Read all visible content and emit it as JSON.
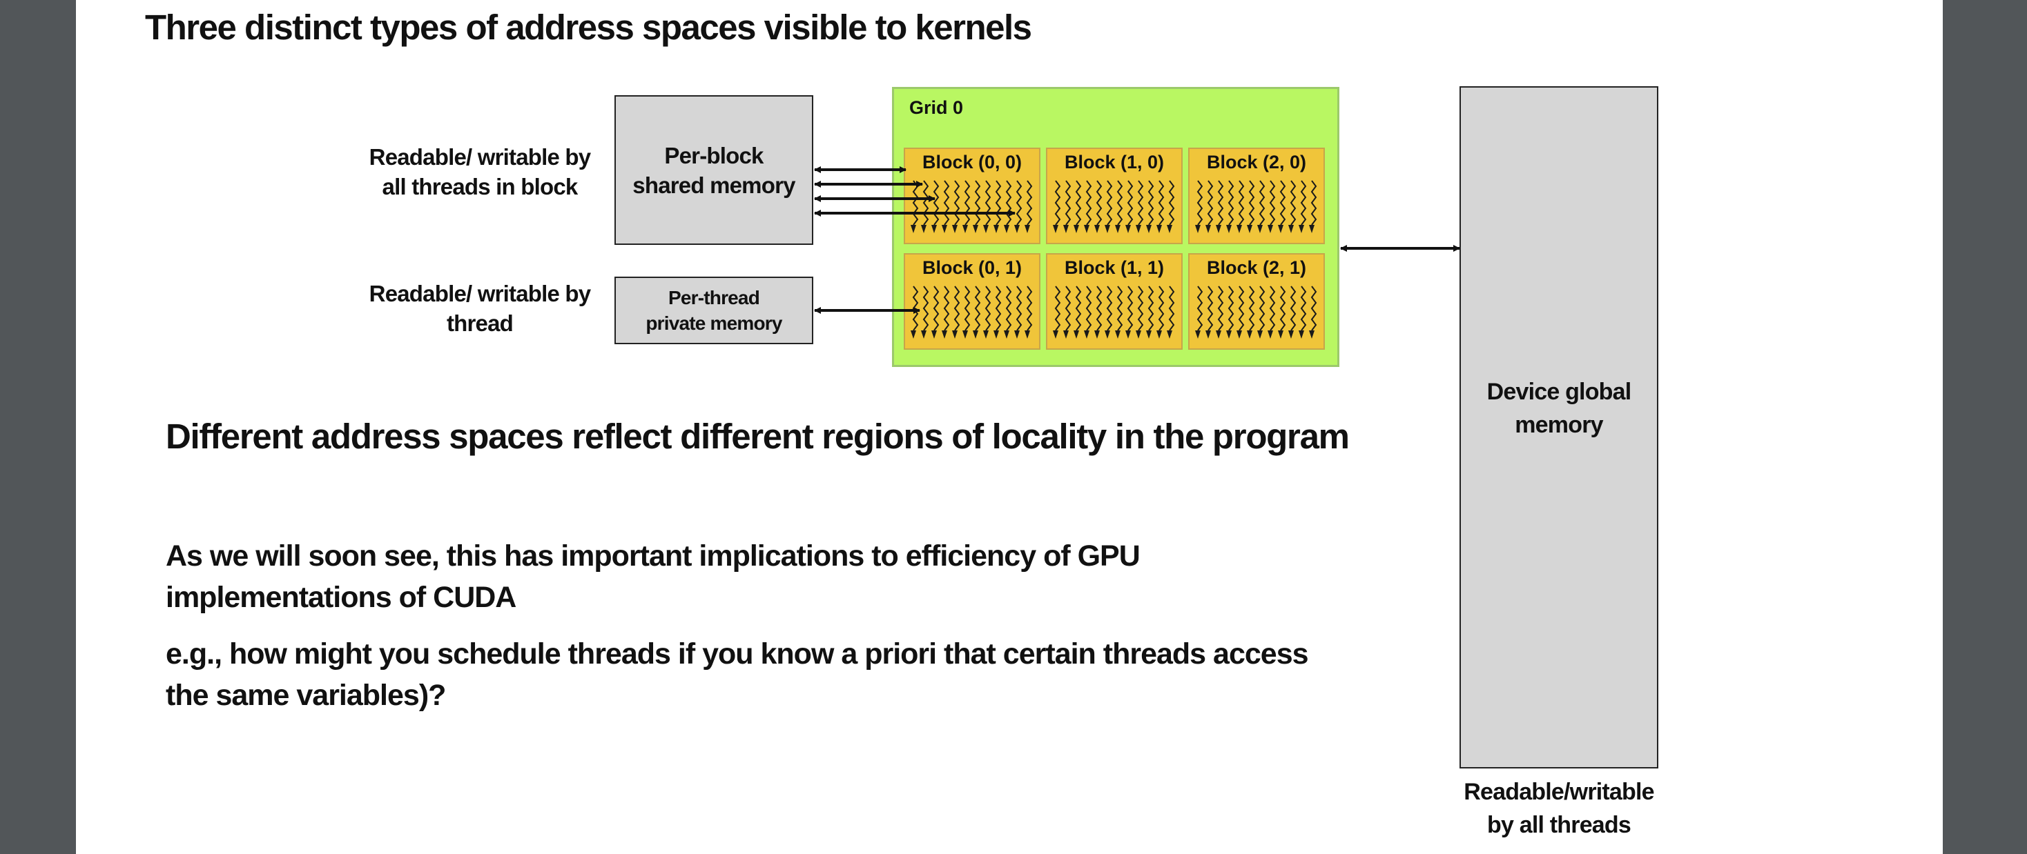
{
  "slide": {
    "title": "Three distinct types of address spaces visible to kernels",
    "labels": {
      "shared_label_line1": "Readable/ writable by",
      "shared_label_line2": "all threads in block",
      "private_label_line1": "Readable/ writable by",
      "private_label_line2": "thread",
      "global_label_line1": "Readable/writable",
      "global_label_line2": "by all threads"
    },
    "memories": {
      "shared_line1": "Per-block",
      "shared_line2": "shared memory",
      "private_line1": "Per-thread",
      "private_line2": "private memory",
      "global_line1": "Device global",
      "global_line2": "memory"
    },
    "grid": {
      "title": "Grid 0",
      "blocks": [
        "Block (0, 0)",
        "Block (1, 0)",
        "Block (2, 0)",
        "Block (0, 1)",
        "Block (1, 1)",
        "Block (2, 1)"
      ]
    },
    "heading": "Different address spaces reflect different regions of locality in the program",
    "paragraph1_line1": "As we will soon see, this has important implications to efficiency of GPU",
    "paragraph1_line2": "implementations of CUDA",
    "paragraph2_line1": "e.g., how might you schedule threads if you know a priori that certain threads access",
    "paragraph2_line2": "the same variables)?"
  },
  "colors": {
    "viewer_background": "#525659",
    "grid_fill": "#b9f762",
    "block_fill": "#f0c53a",
    "memory_fill": "#d6d6d6"
  }
}
